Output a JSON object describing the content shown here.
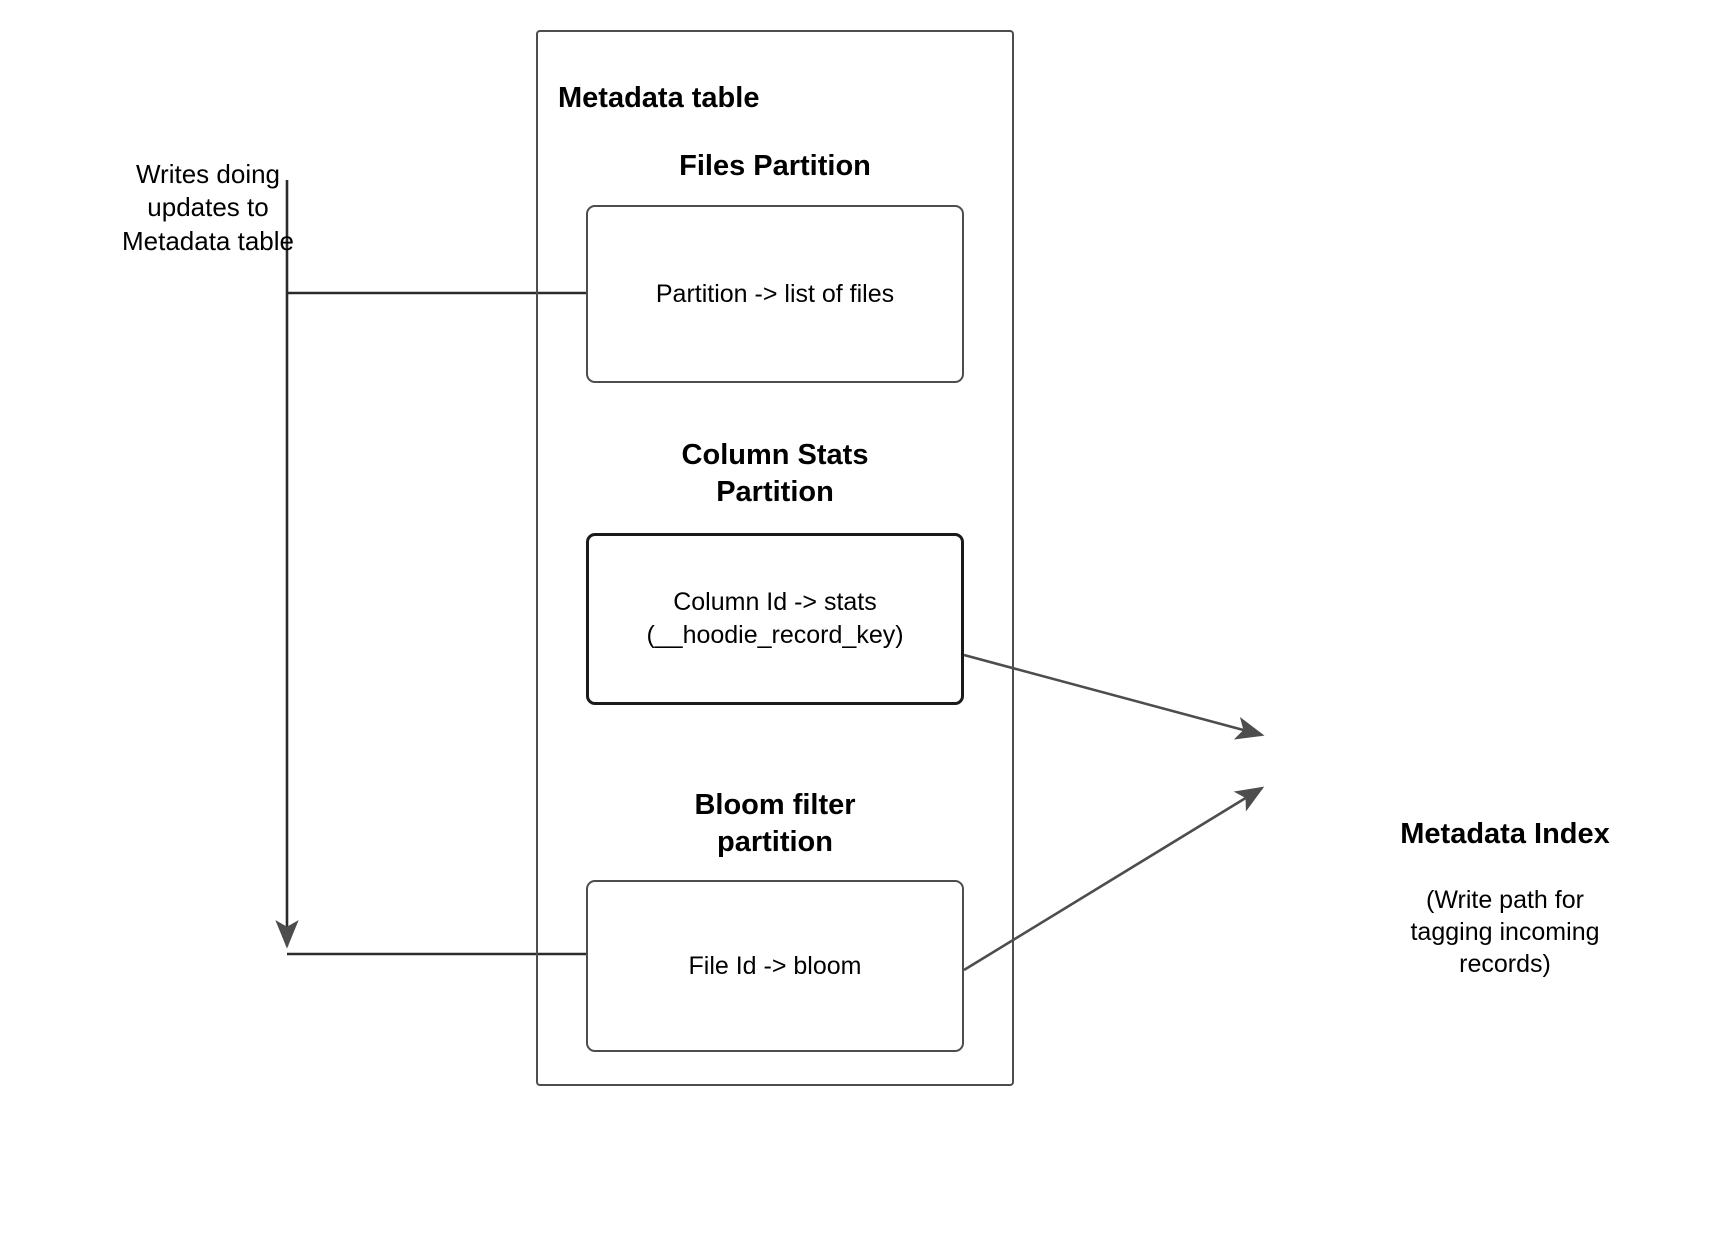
{
  "diagram": {
    "title": "Metadata table",
    "left_note": "Writes doing\nupdates to\nMetadata table",
    "partitions": [
      {
        "heading": "Files Partition",
        "box_text": "Partition -> list of files"
      },
      {
        "heading": "Column Stats\nPartition",
        "box_text": "Column Id  -> stats\n(__hoodie_record_key)"
      },
      {
        "heading": "Bloom filter\npartition",
        "box_text": "File Id -> bloom"
      }
    ],
    "index": {
      "title": "Metadata Index",
      "note": "(Write path for\ntagging incoming\nrecords)"
    },
    "colors": {
      "stroke": "#4d4d4d",
      "stroke_strong": "#1a1a1a",
      "text": "#000000",
      "background": "#ffffff"
    }
  }
}
